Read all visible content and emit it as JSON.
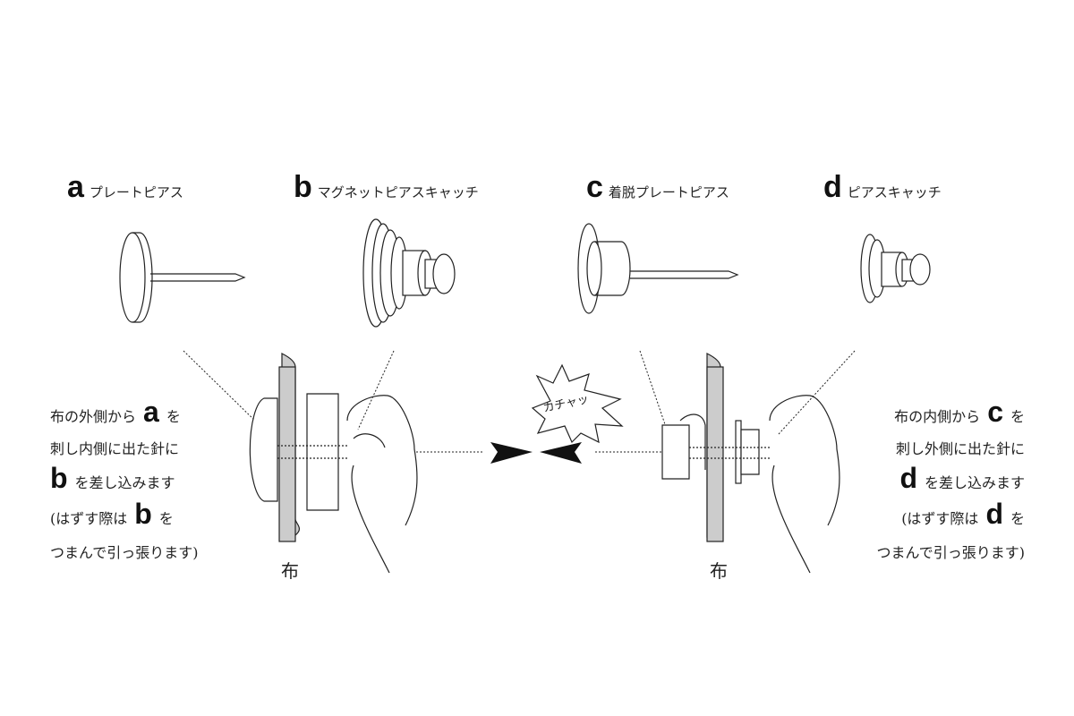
{
  "items": [
    {
      "letter": "a",
      "label": "プレートピアス"
    },
    {
      "letter": "b",
      "label": "マグネットピアスキャッチ"
    },
    {
      "letter": "c",
      "label": "着脱プレートピアス"
    },
    {
      "letter": "d",
      "label": "ピアスキャッチ"
    }
  ],
  "left_text": {
    "l1": "布の外側から",
    "l1_letter": "a",
    "l1_end": "を",
    "l2": "刺し内側に出た針に",
    "l3_letter": "b",
    "l3": "を差し込みます",
    "l4": "(はずす際は",
    "l4_letter": "b",
    "l4_end": "を",
    "l5": "つまんで引っ張ります)"
  },
  "right_text": {
    "l1": "布の内側から",
    "l1_letter": "c",
    "l1_end": "を",
    "l2": "刺し外側に出た針に",
    "l3_letter": "d",
    "l3": "を差し込みます",
    "l4": "(はずす際は",
    "l4_letter": "d",
    "l4_end": "を",
    "l5": "つまんで引っ張ります)"
  },
  "fabric_label": "布",
  "sound_effect": "カチャッ",
  "colors": {
    "fabric": "#cccccc",
    "line": "#222222"
  }
}
